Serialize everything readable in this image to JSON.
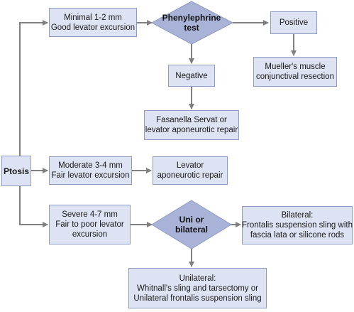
{
  "nodes": {
    "ptosis": "Ptosis",
    "minimal": [
      "Minimal 1-2 mm",
      "Good levator excursion"
    ],
    "phenylephrine": [
      "Phenylephrine",
      "test"
    ],
    "positive": "Positive",
    "mueller": [
      "Mueller's muscle",
      "conjunctival resection"
    ],
    "negative": "Negative",
    "fasanella": [
      "Fasanella Servat or",
      "levator aponeurotic repair"
    ],
    "moderate": [
      "Moderate 3-4 mm",
      "Fair levator excursion"
    ],
    "levator": [
      "Levator",
      "aponeurotic repair"
    ],
    "severe": [
      "Severe 4-7 mm",
      "Fair to poor levator",
      "excursion"
    ],
    "uni_bilateral": [
      "Uni or",
      "bilateral"
    ],
    "bilateral": [
      "Bilateral:",
      "Frontalis suspension sling with",
      "fascia lata or silicone rods"
    ],
    "unilateral": [
      "Unilateral:",
      "Whitnall's sling and tarsectomy or",
      "Unilateral frontalis suspension sling"
    ]
  },
  "colors": {
    "box_fill": "#dde3f3",
    "box_border": "#8e9bc4",
    "diamond_fill": "#a9b3d8",
    "arrow": "#808080"
  }
}
